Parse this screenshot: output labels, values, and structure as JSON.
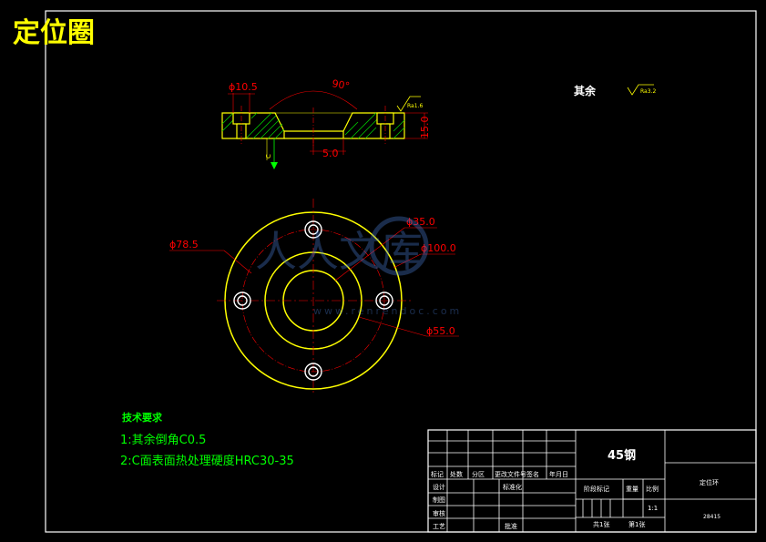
{
  "title": "定位圈",
  "section_view": {
    "hole_diameter": "ϕ10.5",
    "angle": "90°",
    "roughness": "Ra1.6",
    "thickness": "15.0",
    "depth": "5.0",
    "datum": "C"
  },
  "roughness_note": {
    "label": "其余",
    "value": "Ra3.2"
  },
  "plan_view": {
    "d_bolt_circle": "ϕ78.5",
    "d_inner": "ϕ35.0",
    "d_outer": "ϕ100.0",
    "d_step": "ϕ55.0"
  },
  "watermark": {
    "text": "人人文库",
    "url": "www.renrendoc.com"
  },
  "tech_requirements": {
    "heading": "技术要求",
    "items": [
      "1:其余倒角C0.5",
      "2:C面表面热处理硬度HRC30-35"
    ]
  },
  "title_block": {
    "material": "45钢",
    "part_name": "定位环",
    "drawing_no": "28415",
    "scale": "1:1",
    "header_cells": [
      "标记",
      "处数",
      "分区",
      "更改文件号",
      "签名",
      "年月日"
    ],
    "row_labels": [
      "设计",
      "制图",
      "审核",
      "工艺"
    ],
    "std_label": "标准化",
    "approve_label": "批准",
    "stage_label": "阶段标记",
    "weight_label": "重量",
    "scale_label": "比例",
    "sheet_count": "共1张",
    "sheet_no": "第1张"
  },
  "colors": {
    "outline": "#ffffff",
    "part": "#ffff00",
    "hatch": "#00cc00",
    "dimension": "#ff0000",
    "centerline": "#ff0000",
    "note": "#00ff00",
    "title": "#ffff00"
  }
}
